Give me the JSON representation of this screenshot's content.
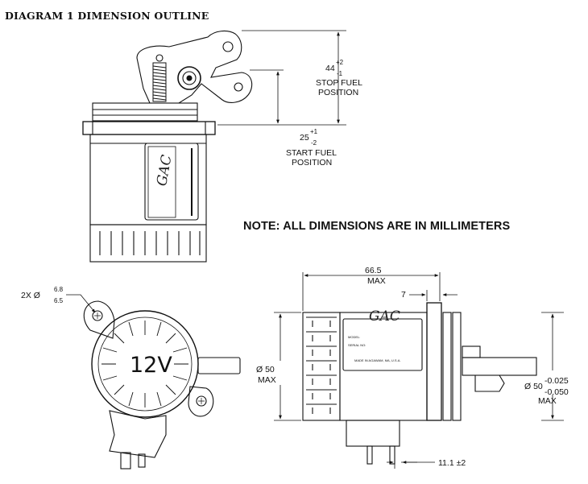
{
  "header": {
    "title": "DIAGRAM 1 DIMENSION OUTLINE"
  },
  "note": "NOTE: ALL DIMENSIONS ARE IN MILLIMETERS",
  "side_view": {
    "stop": {
      "value": "44",
      "tol_plus": "+2",
      "tol_minus": "-1",
      "label1": "STOP FUEL",
      "label2": "POSITION"
    },
    "start": {
      "value": "25",
      "tol_plus": "+1",
      "tol_minus": "-2",
      "label1": "START FUEL",
      "label2": "POSITION"
    },
    "logo": "GAC"
  },
  "end_view": {
    "hole_prefix": "2X Ø",
    "hole_upper": "6.8",
    "hole_lower": "6.5",
    "voltage": "12V"
  },
  "front_view": {
    "length": "66.5",
    "length_suffix": "MAX",
    "flange": "7",
    "body_dia": "Ø 50",
    "body_suffix": "MAX",
    "shaft_dia": "Ø 50",
    "shaft_tol_plus": "-0.025",
    "shaft_tol_minus": "-0.050",
    "shaft_suffix": "MAX",
    "terminal": "11.1 ±2",
    "label_model": "MODEL:",
    "label_serial": "SERIAL NO:",
    "label_made": "MADE IN AGAWAM, MA, U.S.A.",
    "logo": "GAC"
  }
}
